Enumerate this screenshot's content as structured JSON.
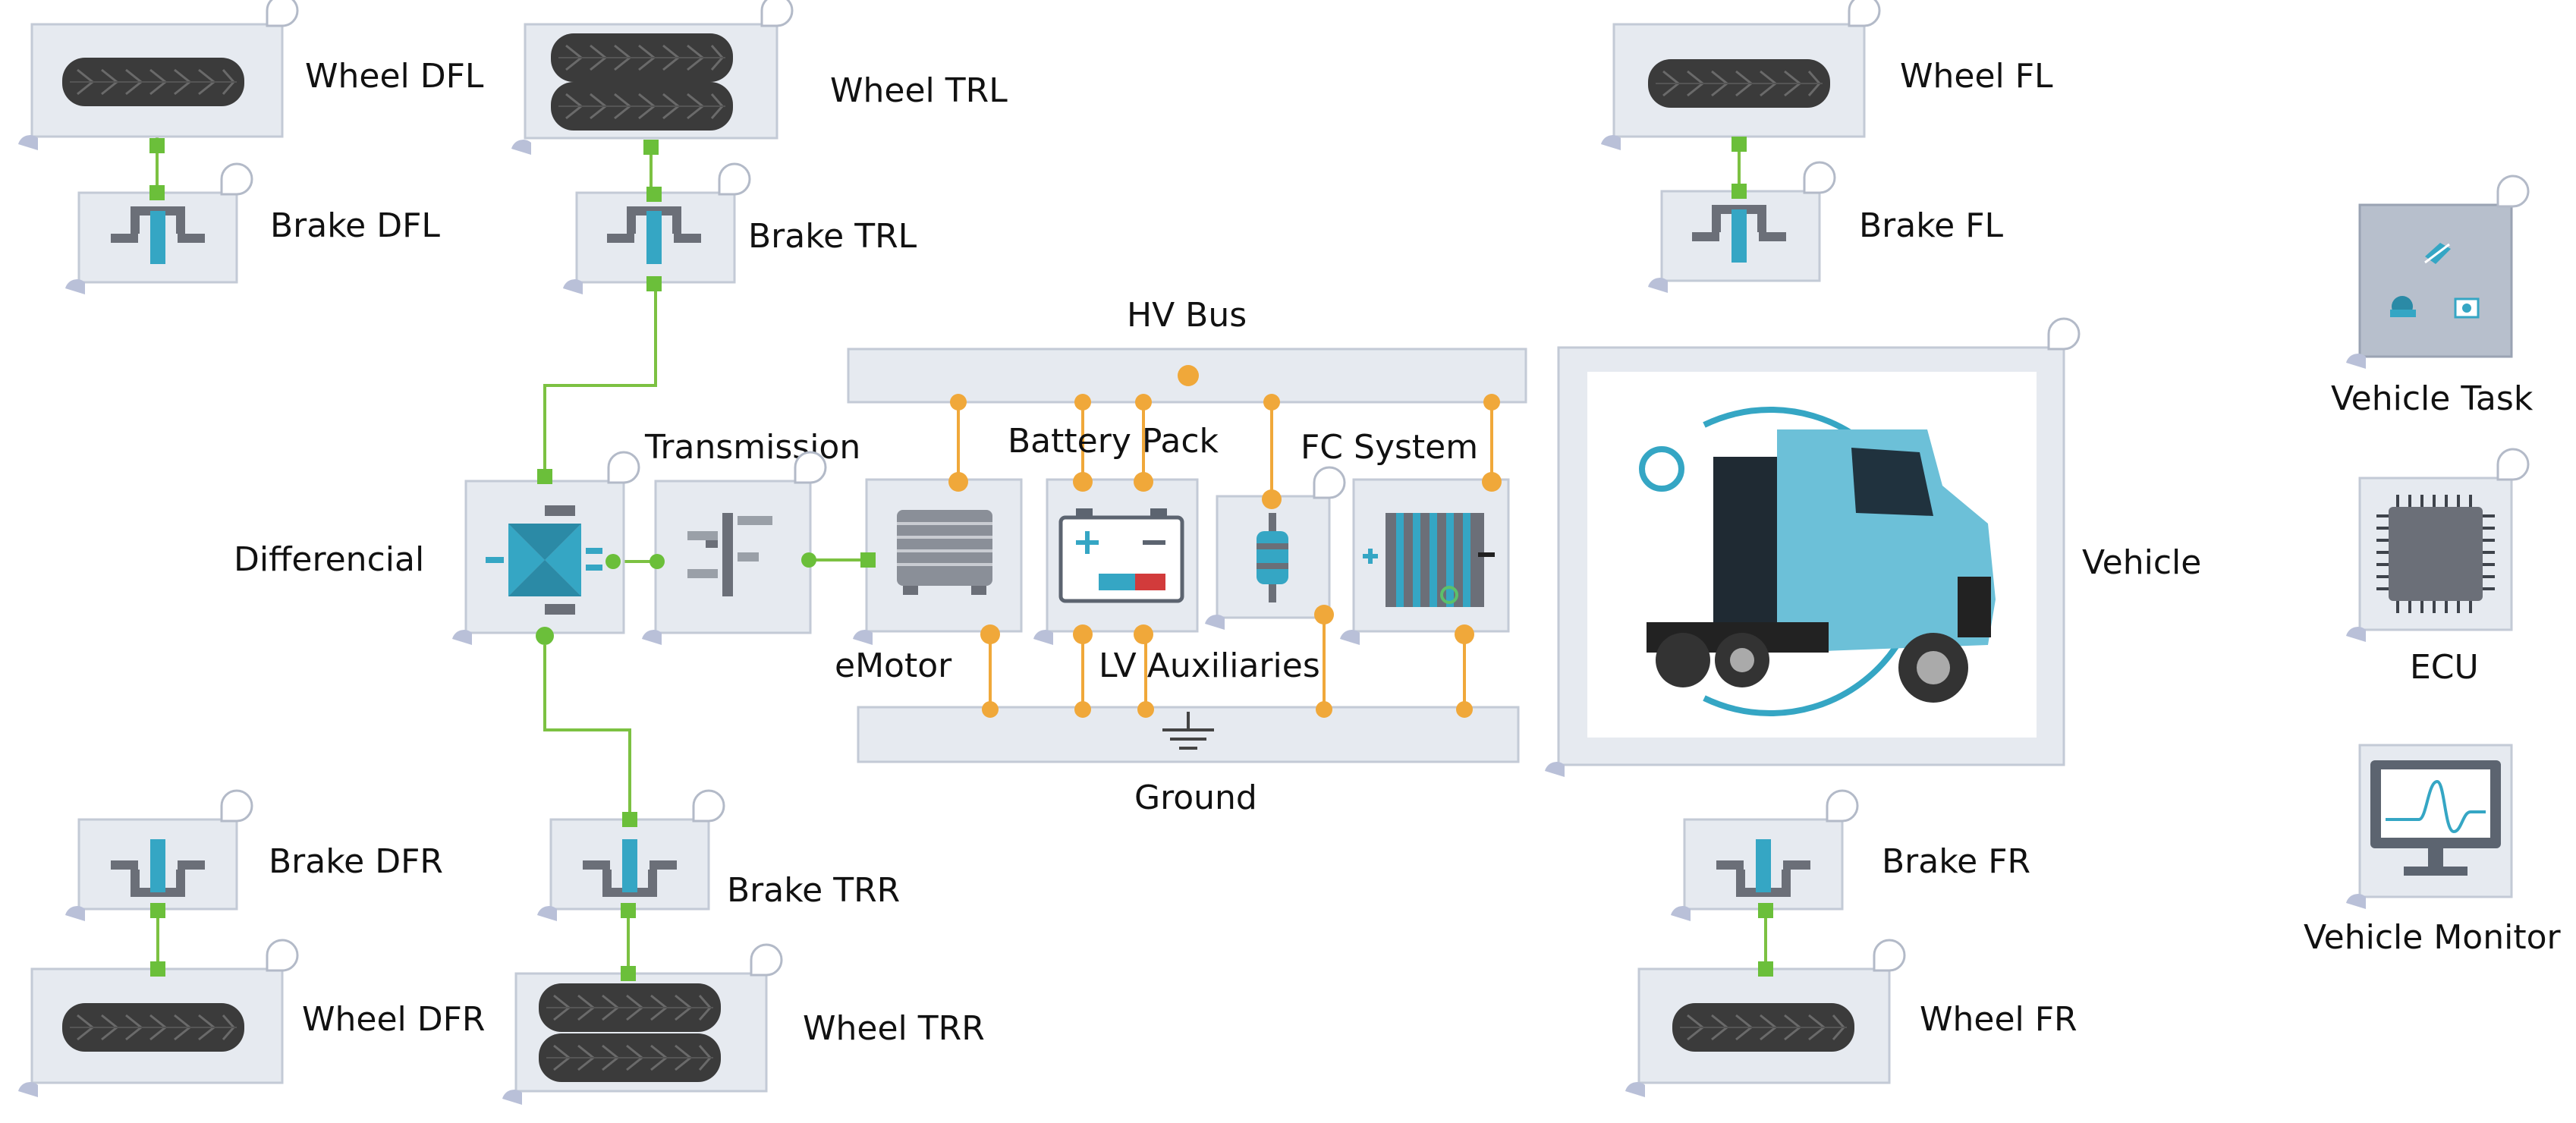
{
  "blocks": {
    "wheel_dfl": "Wheel DFL",
    "brake_dfl": "Brake DFL",
    "wheel_trl": "Wheel TRL",
    "brake_trl": "Brake TRL",
    "wheel_fl": "Wheel FL",
    "brake_fl": "Brake FL",
    "hv_bus": "HV Bus",
    "transmission": "Transmission",
    "battery_pack": "Battery Pack",
    "fc_system": "FC System",
    "differencial": "Differencial",
    "emotor": "eMotor",
    "lv_auxiliaries": "LV Auxiliaries",
    "ground": "Ground",
    "vehicle": "Vehicle",
    "brake_dfr": "Brake DFR",
    "wheel_dfr": "Wheel DFR",
    "brake_trr": "Brake TRR",
    "wheel_trr": "Wheel TRR",
    "brake_fr": "Brake FR",
    "wheel_fr": "Wheel FR",
    "vehicle_task": "Vehicle Task",
    "ecu": "ECU",
    "vehicle_monitor": "Vehicle Monitor"
  },
  "colors": {
    "mechanical_connection": "#7cc142",
    "electrical_connection": "#f0a83a",
    "block_fill": "#e6eaf0",
    "accent_blue": "#35a6c4"
  },
  "icons": {
    "wheel": "tire-icon",
    "brake": "brake-icon",
    "differencial": "differential-icon",
    "transmission": "gear-shift-icon",
    "emotor": "electric-motor-icon",
    "battery": "battery-icon",
    "lv": "resistor-icon",
    "fc": "fuel-cell-icon",
    "ground": "ground-icon",
    "vehicle": "truck-image",
    "task": "task-icon",
    "ecu": "chip-icon",
    "monitor": "monitor-icon"
  }
}
